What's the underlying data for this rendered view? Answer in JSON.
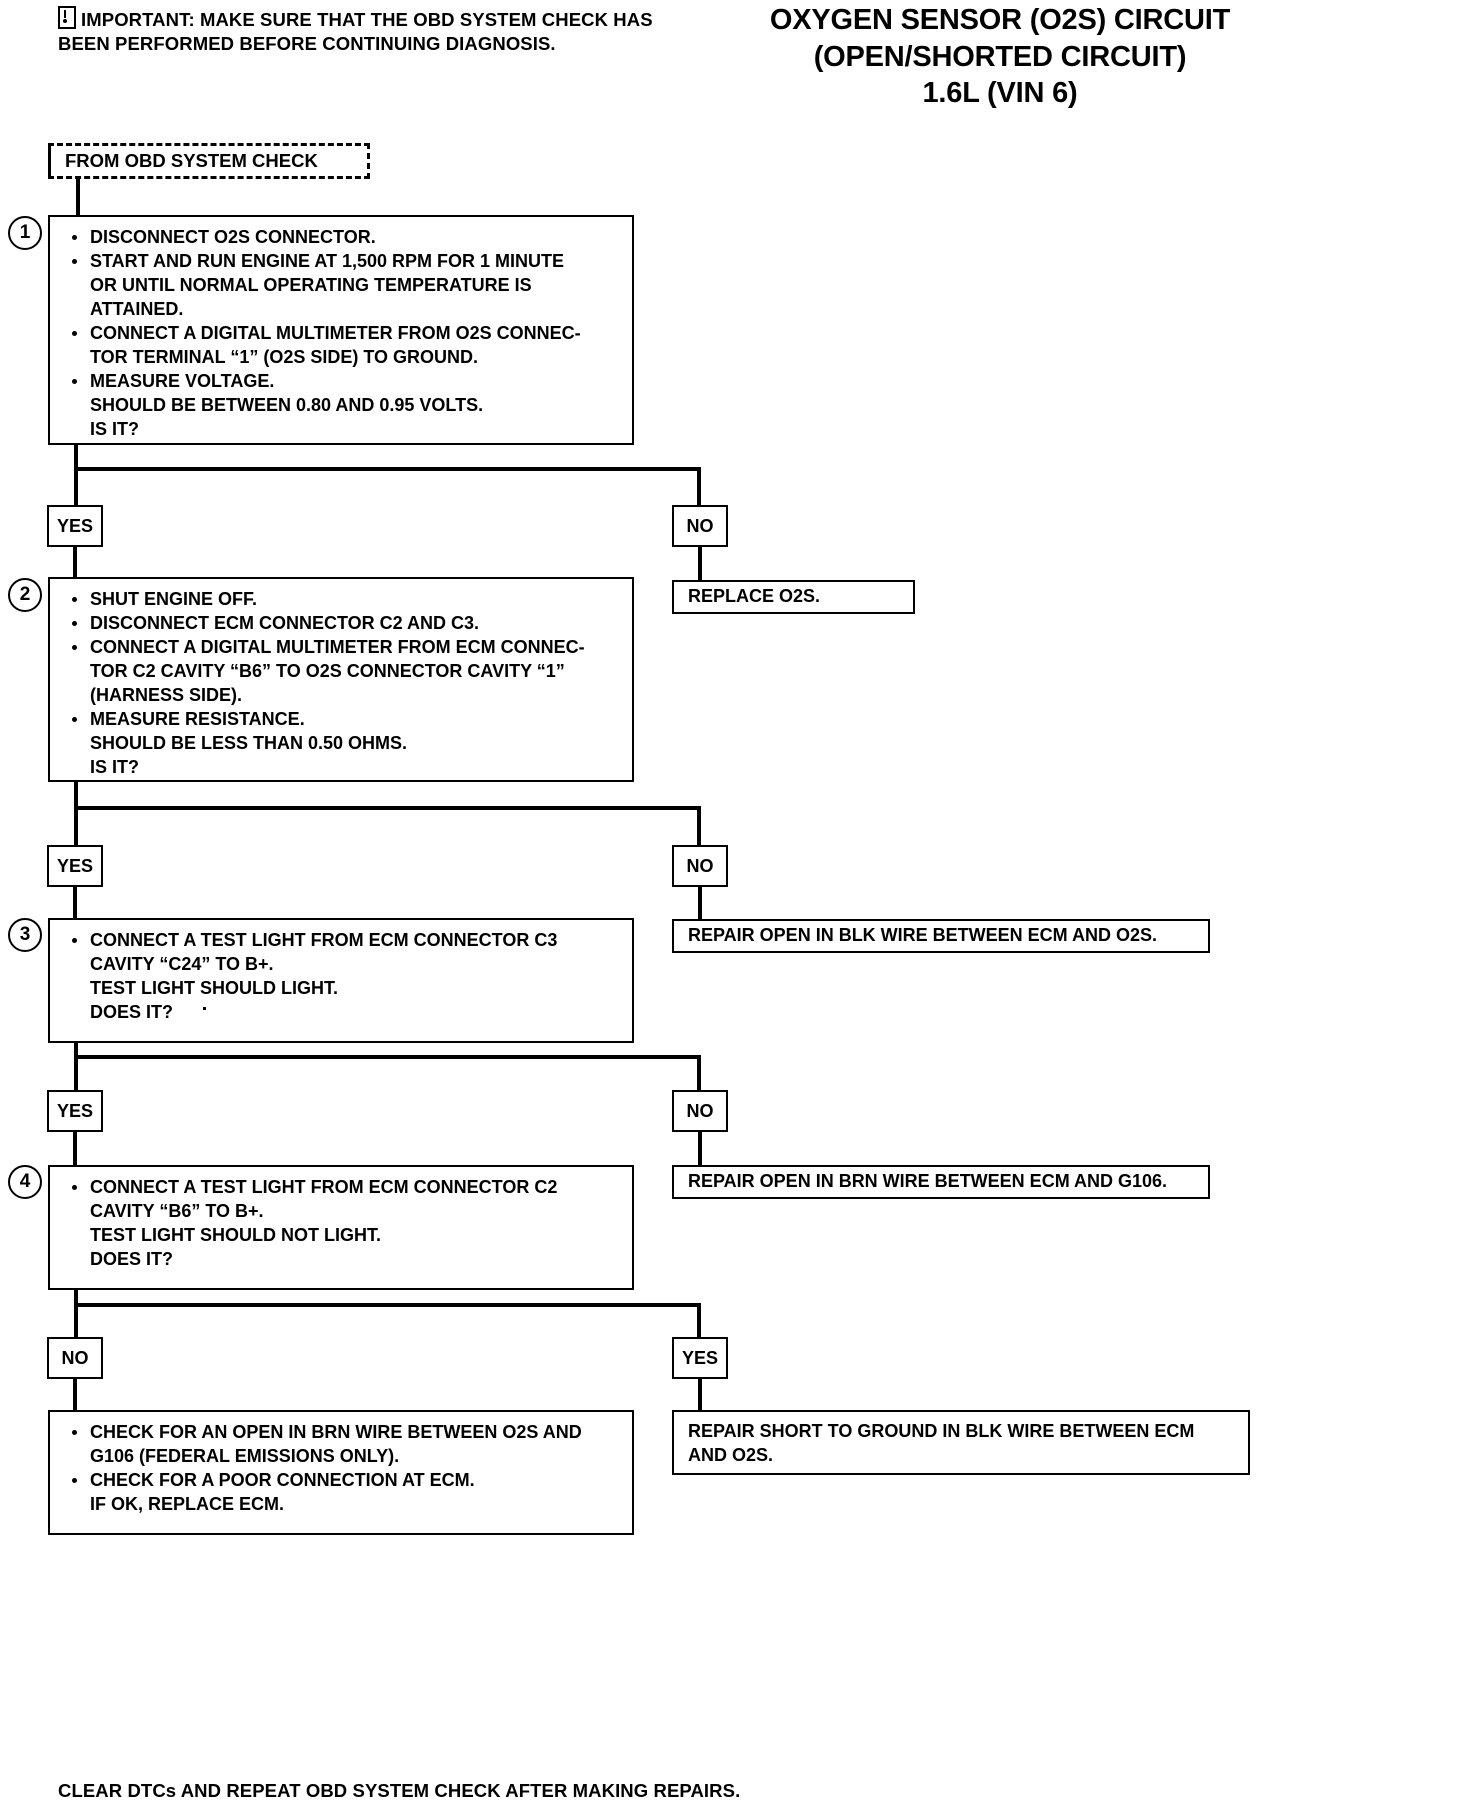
{
  "header": {
    "important_label": "IMPORTANT:",
    "important_text": "IMPORTANT:  MAKE SURE THAT THE OBD SYSTEM CHECK HAS BEEN PERFORMED BEFORE CONTINUING DIAGNOSIS.",
    "title_line1": "OXYGEN SENSOR (O2S) CIRCUIT",
    "title_line2": "(OPEN/SHORTED CIRCUIT)",
    "title_line3": "1.6L (VIN 6)"
  },
  "entry": {
    "label": "FROM OBD SYSTEM CHECK"
  },
  "steps": [
    {
      "number": "1",
      "bullets": [
        [
          "DISCONNECT O2S CONNECTOR."
        ],
        [
          "START AND RUN ENGINE AT 1,500 RPM FOR 1 MINUTE",
          "OR UNTIL NORMAL OPERATING TEMPERATURE IS",
          "ATTAINED."
        ],
        [
          "CONNECT A DIGITAL MULTIMETER FROM O2S CONNEC-",
          "TOR TERMINAL “1” (O2S SIDE) TO GROUND."
        ],
        [
          "MEASURE VOLTAGE.",
          "SHOULD BE BETWEEN 0.80 AND 0.95 VOLTS.",
          "IS IT?"
        ]
      ]
    },
    {
      "number": "2",
      "bullets": [
        [
          "SHUT ENGINE OFF."
        ],
        [
          "DISCONNECT ECM CONNECTOR C2 AND C3."
        ],
        [
          "CONNECT A DIGITAL MULTIMETER FROM ECM CONNEC-",
          "TOR C2 CAVITY “B6” TO O2S CONNECTOR CAVITY “1”",
          "(HARNESS SIDE)."
        ],
        [
          "MEASURE RESISTANCE.",
          "SHOULD BE LESS THAN 0.50 OHMS.",
          "IS IT?"
        ]
      ]
    },
    {
      "number": "3",
      "bullets": [
        [
          "CONNECT A TEST LIGHT FROM ECM CONNECTOR C3",
          "CAVITY “C24” TO B+.",
          "TEST LIGHT SHOULD LIGHT.",
          "DOES IT?"
        ]
      ]
    },
    {
      "number": "4",
      "bullets": [
        [
          "CONNECT A TEST LIGHT FROM ECM CONNECTOR C2",
          "CAVITY “B6” TO B+.",
          "TEST LIGHT SHOULD NOT LIGHT.",
          "DOES IT?"
        ]
      ]
    }
  ],
  "decisions": {
    "d1_yes": "YES",
    "d1_no": "NO",
    "d2_yes": "YES",
    "d2_no": "NO",
    "d3_yes": "YES",
    "d3_no": "NO",
    "d4_no": "NO",
    "d4_yes": "YES"
  },
  "results": {
    "replace_o2s": "REPLACE O2S.",
    "repair_blk_open": "REPAIR OPEN IN BLK WIRE BETWEEN ECM AND O2S.",
    "repair_brn_open": "REPAIR OPEN IN BRN WIRE BETWEEN ECM AND G106.",
    "repair_short_line1": "REPAIR SHORT TO GROUND IN BLK WIRE BETWEEN ECM",
    "repair_short_line2": "AND O2S."
  },
  "final_box": {
    "bullets": [
      [
        "CHECK FOR AN OPEN IN BRN WIRE BETWEEN O2S AND",
        "G106 (FEDERAL EMISSIONS ONLY)."
      ],
      [
        "CHECK FOR A POOR CONNECTION AT ECM.",
        "IF OK, REPLACE ECM."
      ]
    ]
  },
  "footer": {
    "text": "CLEAR DTCs AND REPEAT OBD SYSTEM CHECK AFTER MAKING REPAIRS."
  },
  "colors": {
    "ink": "#000000",
    "paper": "#ffffff"
  }
}
